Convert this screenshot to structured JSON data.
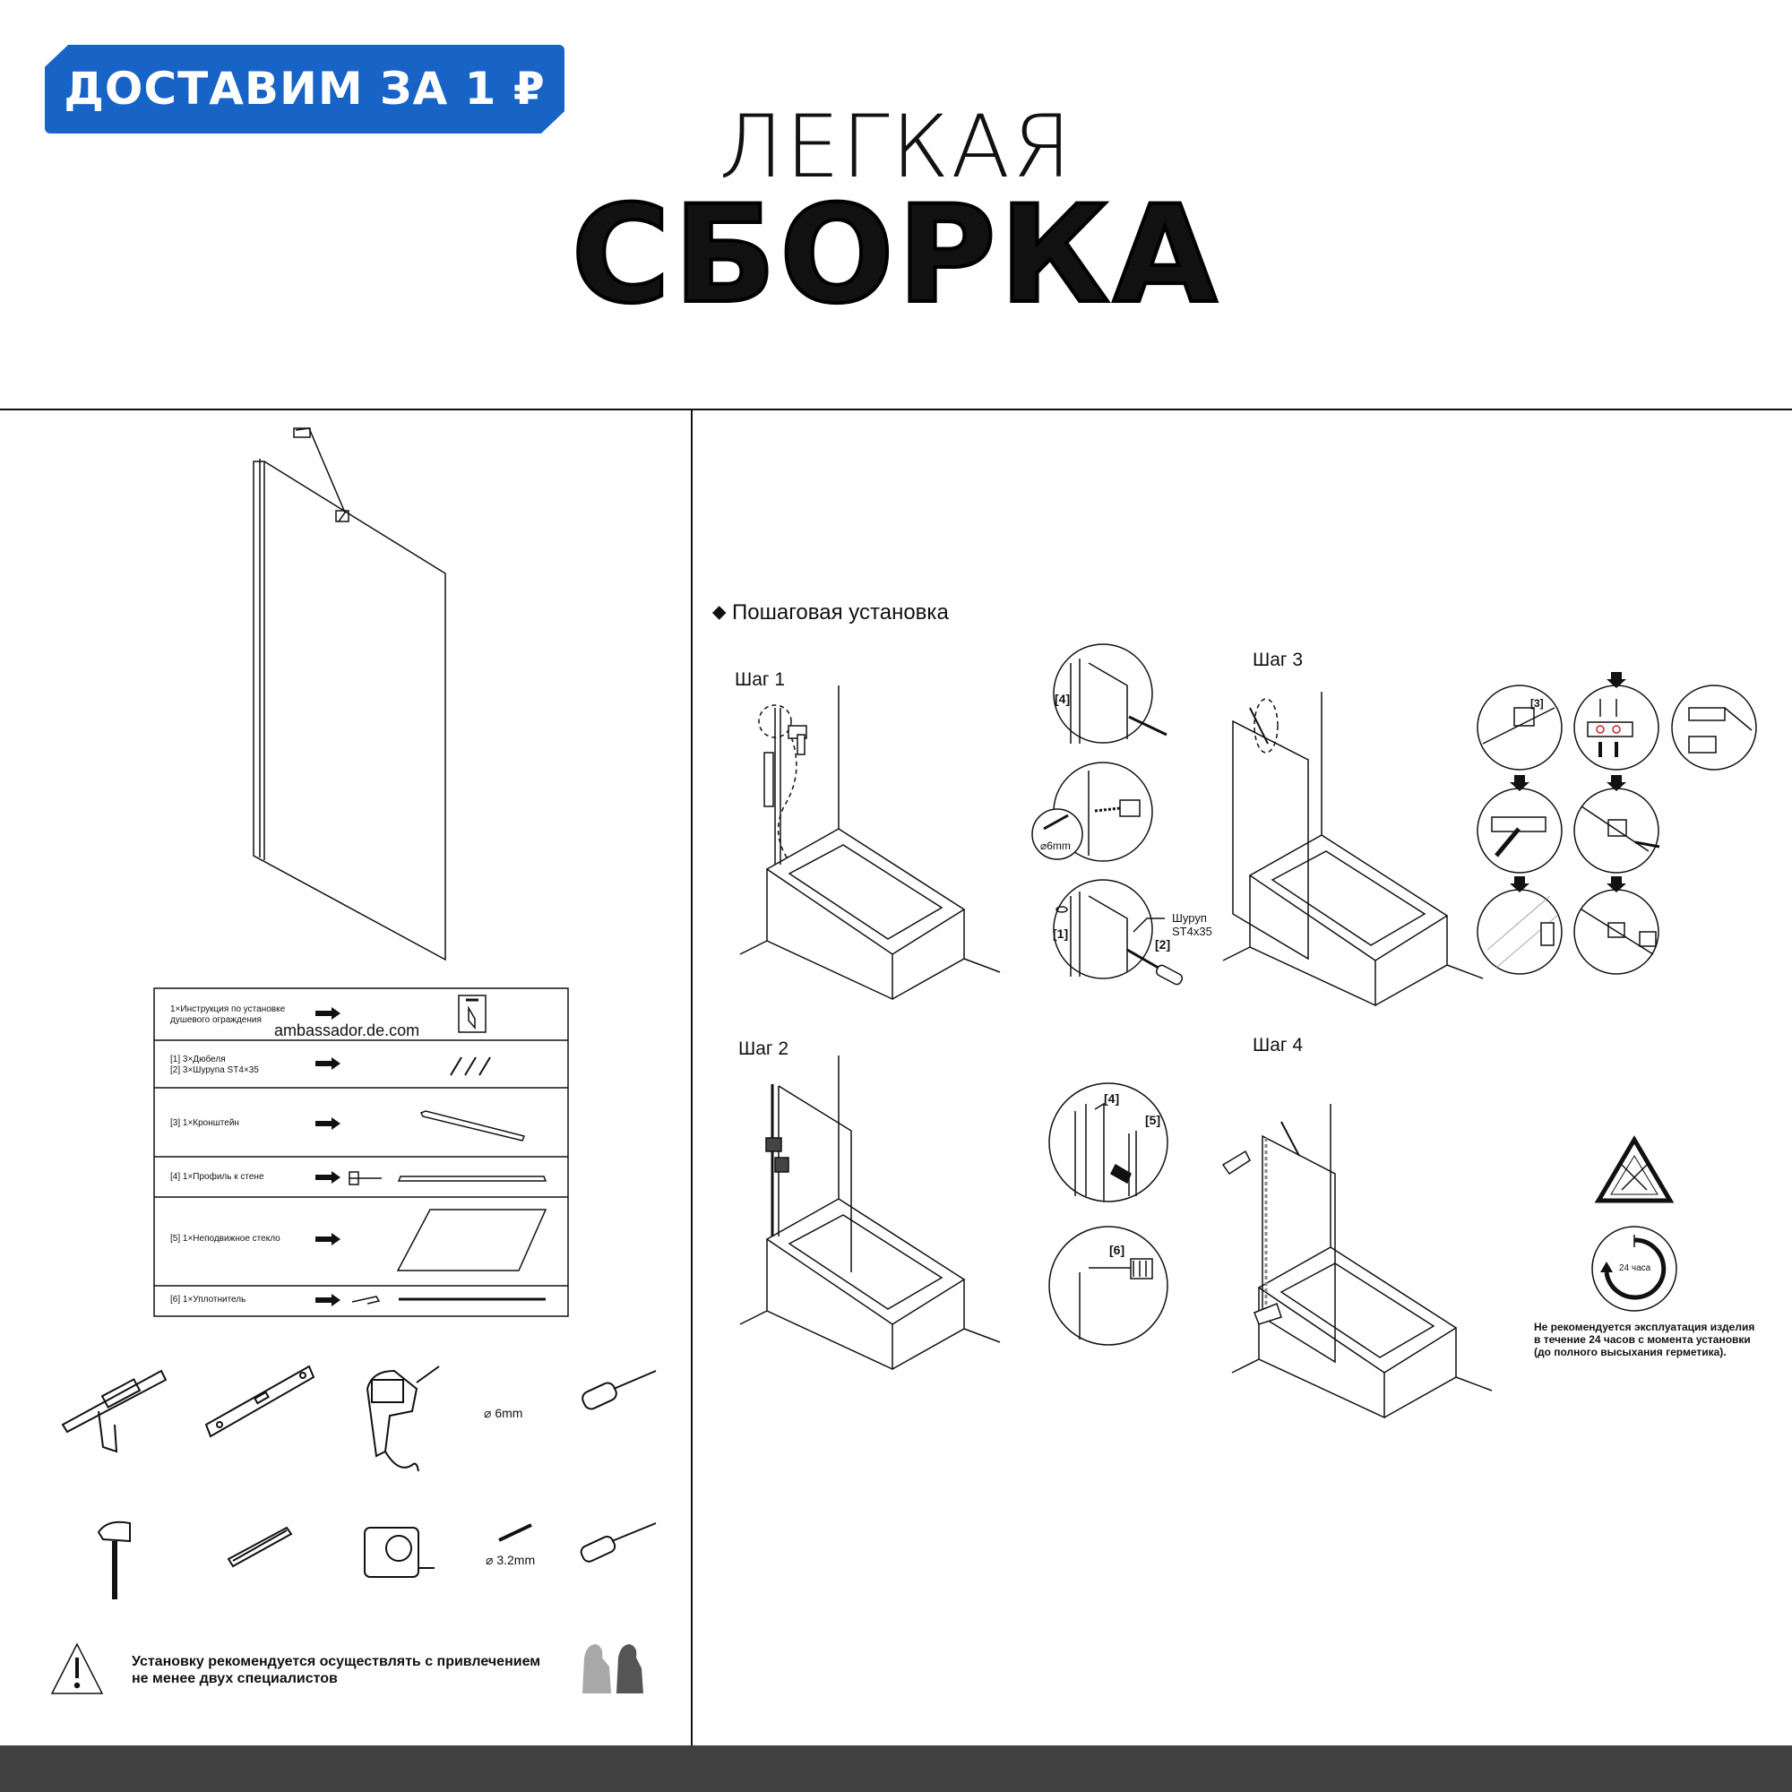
{
  "banner": {
    "text": "ДОСТАВИМ ЗА 1 ₽",
    "color": "#1864c6"
  },
  "title": {
    "line1": "ЛЕГКАЯ",
    "line2": "СБОРКА"
  },
  "parts": {
    "watermark": "ambassador.de.com",
    "rows": [
      {
        "label": "1×Инструкция по установке\nдушевого ограждения"
      },
      {
        "label": "[1] 3×Дюбеля\n[2] 3×Шурупа ST4×35"
      },
      {
        "label": "[3] 1×Кронштейн"
      },
      {
        "label": "[4] 1×Профиль к стене"
      },
      {
        "label": "[5] 1×Неподвижное стекло"
      },
      {
        "label": "[6] 1×Уплотнитель"
      }
    ]
  },
  "tools": {
    "items": [
      {
        "icon": "sealant-gun-icon"
      },
      {
        "icon": "spirit-level-icon"
      },
      {
        "icon": "drill-icon"
      },
      {
        "icon": "drill-bit-6mm-icon",
        "label": "⌀ 6mm"
      },
      {
        "icon": "screwdriver-icon"
      },
      {
        "icon": "hammer-icon"
      },
      {
        "icon": "pencil-icon"
      },
      {
        "icon": "tape-measure-icon"
      },
      {
        "icon": "drill-bit-3-2mm-icon",
        "label": "⌀ 3.2mm"
      },
      {
        "icon": "screwdriver-icon"
      }
    ]
  },
  "warning": {
    "text_line1": "Установку рекомендуется осуществлять с привлечением",
    "text_line2": "не менее двух специалистов"
  },
  "install": {
    "section_title": "Пошаговая установка",
    "step1": "Шаг 1",
    "step2": "Шаг 2",
    "step3": "Шаг 3",
    "step4": "Шаг 4",
    "callouts": {
      "c4": "[4]",
      "c1": "[1]",
      "c2": "[2]",
      "c3": "[3]",
      "c5": "[5]",
      "c6": "[6]",
      "c4b": "[4]",
      "drill": "⌀6mm",
      "screw_line1": "Шуруп",
      "screw_line2": "ST4x35"
    },
    "clock_label": "24 часа",
    "notice_line1": "Не рекомендуется эксплуатация изделия",
    "notice_line2": "в течение 24 часов с момента установки",
    "notice_line3": "(до полного высыхания герметика)."
  },
  "colors": {
    "footer": "#404040",
    "accent_red": "#d0202a"
  }
}
